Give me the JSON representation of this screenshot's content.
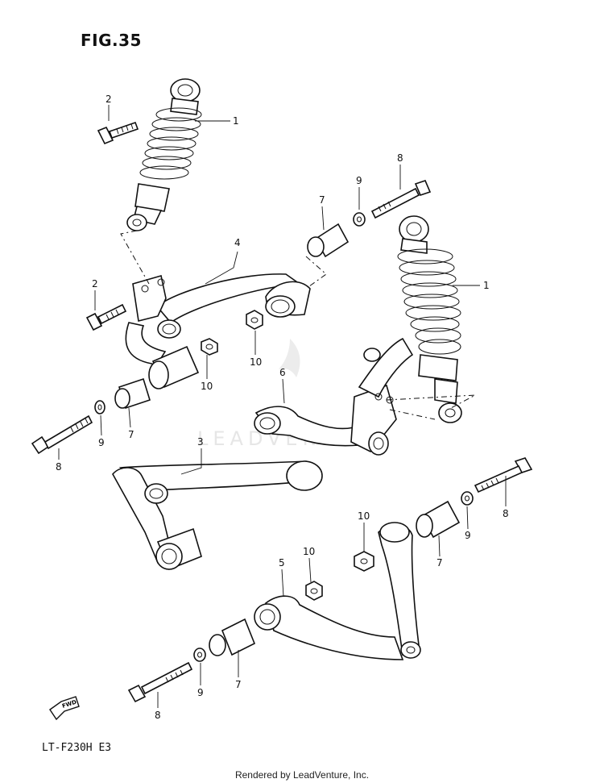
{
  "figure": {
    "title": "FIG.35",
    "model": "LT-F230H  E3",
    "footer": "Rendered by LeadVenture, Inc.",
    "watermark": "LEADVENTURE",
    "fwd_label": "FWD"
  },
  "callouts": {
    "c1a": "1",
    "c1b": "1",
    "c2a": "2",
    "c2b": "2",
    "c3": "3",
    "c4": "4",
    "c5": "5",
    "c6": "6",
    "c7a": "7",
    "c7b": "7",
    "c7c": "7",
    "c7d": "7",
    "c8a": "8",
    "c8b": "8",
    "c8c": "8",
    "c8d": "8",
    "c9a": "9",
    "c9b": "9",
    "c9c": "9",
    "c9d": "9",
    "c10a": "10",
    "c10b": "10",
    "c10c": "10",
    "c10d": "10"
  }
}
